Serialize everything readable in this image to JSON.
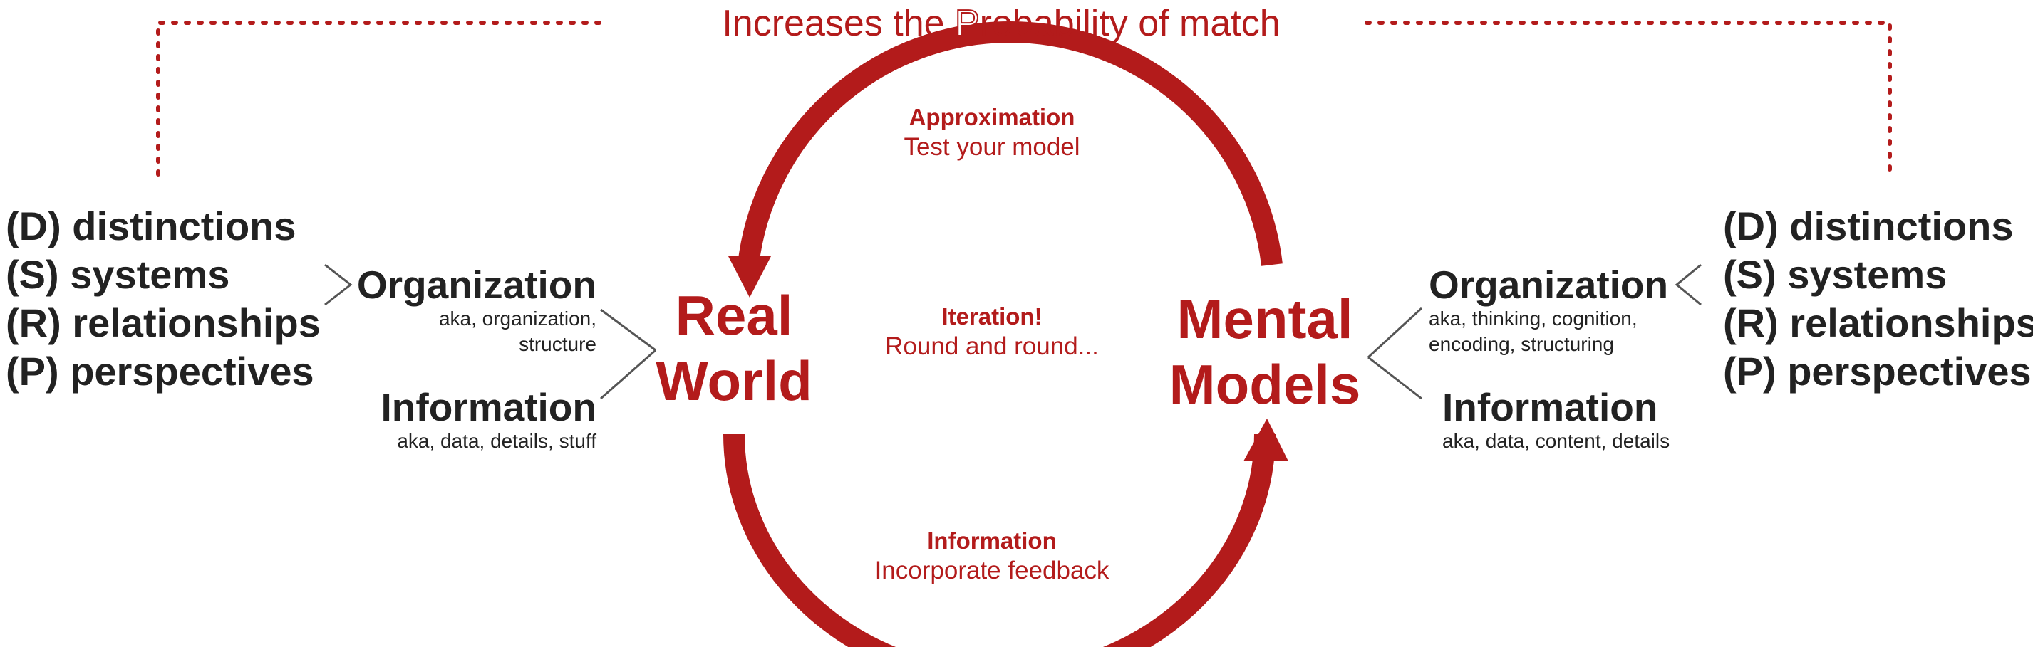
{
  "top_label": {
    "before": "Increases the ",
    "highlight": "P",
    "after": "robability of match"
  },
  "left_dsrp": [
    "(D) distinctions",
    "(S) systems",
    "(R) relationships",
    "(P) perspectives"
  ],
  "right_dsrp": [
    "(D) distinctions",
    "(S) systems",
    "(R) relationships",
    "(P) perspectives"
  ],
  "left_branch": {
    "organization": {
      "title": "Organization",
      "sub_line1": "aka, organization,",
      "sub_line2": "structure"
    },
    "information": {
      "title": "Information",
      "sub_line1": "aka, data, details, stuff"
    }
  },
  "right_branch": {
    "organization": {
      "title": "Organization",
      "sub_line1": "aka, thinking, cognition,",
      "sub_line2": "encoding, structuring"
    },
    "information": {
      "title": "Information",
      "sub_line1": "aka, data, content, details"
    }
  },
  "nodes": {
    "real_world": [
      "Real",
      "World"
    ],
    "mental_models": [
      "Mental",
      "Models"
    ]
  },
  "cycle": {
    "top": {
      "title": "Approximation",
      "sub": "Test your model"
    },
    "center": {
      "title": "Iteration!",
      "sub": "Round and round..."
    },
    "bottom": {
      "title": "Information",
      "sub": "Incorporate feedback"
    }
  },
  "colors": {
    "accent": "#b31b1b",
    "text": "#222222",
    "connector": "#555555"
  }
}
